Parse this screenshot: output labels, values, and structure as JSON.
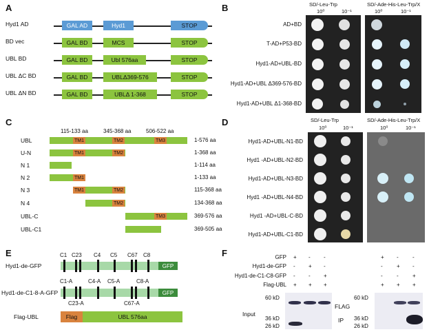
{
  "panels": {
    "A": "A",
    "B": "B",
    "C": "C",
    "D": "D",
    "E": "E",
    "F": "F"
  },
  "panelA": {
    "rows": [
      {
        "label": "Hyd1 AD",
        "boxes": [
          "GAL AD",
          "Hyd1",
          "STOP"
        ]
      },
      {
        "label": "BD vec",
        "boxes": [
          "GAL BD",
          "MCS",
          "STOP"
        ]
      },
      {
        "label": "UBL BD",
        "boxes": [
          "GAL BD",
          "Ubl 576aa",
          "STOP"
        ]
      },
      {
        "label": "UBL ΔC BD",
        "boxes": [
          "GAL BD",
          "UBLΔ369-576",
          "STOP"
        ]
      },
      {
        "label": "UBL ΔN BD",
        "boxes": [
          "GAL BD",
          "UBLΔ 1-368",
          "STOP"
        ]
      }
    ]
  },
  "panelB": {
    "plate1_title": "SD/-Leu-Trp",
    "plate2_title": "SD/-Ade-His-Leu-Trp/X",
    "dil1": "10⁰",
    "dil2": "10⁻¹",
    "strains": [
      "AD+BD",
      "T-AD+P53-BD",
      "Hyd1-AD+UBL-BD",
      "Hyd1-AD+UBL Δ369-576-BD",
      "Hyd1-AD+UBL Δ1-368-BD"
    ]
  },
  "panelC": {
    "tm_ranges": [
      "115-133 aa",
      "345-368 aa",
      "506-522 aa"
    ],
    "tm": [
      "TM1",
      "TM2",
      "TM3"
    ],
    "rows": [
      {
        "label": "UBL",
        "range": "1-576 aa"
      },
      {
        "label": "U-N",
        "range": "1-368 aa"
      },
      {
        "label": "N 1",
        "range": "1-114 aa"
      },
      {
        "label": "N 2",
        "range": "1-133 aa"
      },
      {
        "label": "N 3",
        "range": "115-368 aa"
      },
      {
        "label": "N 4",
        "range": "134-368 aa"
      },
      {
        "label": "UBL-C",
        "range": "369-576 aa"
      },
      {
        "label": "UBL-C1",
        "range": "369-505 aa"
      }
    ]
  },
  "panelD": {
    "plate1_title": "SD/-Leu-Trp",
    "plate2_title": "SD/-Ade-His-Leu-Trp/X",
    "dil1": "10⁰",
    "dil2": "10⁻¹",
    "strains": [
      "Hyd1-AD+UBL-N1-BD",
      "Hyd1 -AD+UBL-N2-BD",
      "Hyd1-AD+UBL-N3-BD",
      "Hyd1 -AD+UBL-N4-BD",
      "Hyd1 -AD+UBL-C-BD",
      "Hyd1-AD+UBL-C1-BD"
    ]
  },
  "panelE": {
    "row1_label": "Hyd1-de-GFP",
    "row1_sites": [
      "C1",
      "C23",
      "C4",
      "C5",
      "C67",
      "C8"
    ],
    "row2_label": "Hyd1-de-C1-8-A-GFP",
    "row2_top": [
      "C1-A",
      "C4-A",
      "C5-A",
      "C8-A"
    ],
    "row2_bottom": [
      "C23-A",
      "C67-A"
    ],
    "gfp": "GFP",
    "row3_label": "Flag-UBL",
    "flag": "Flag",
    "ubl": "UBL 576aa"
  },
  "panelF": {
    "rows": [
      "GFP",
      "Hyd1-de-GFP",
      "Hyd1-de-C1-C8-GFP",
      "Flag-UBL"
    ],
    "marks": [
      [
        "+",
        "-",
        "-"
      ],
      [
        "-",
        "+",
        "-"
      ],
      [
        "-",
        "-",
        "+"
      ],
      [
        "+",
        "+",
        "+"
      ]
    ],
    "plus": "+",
    "minus": "-",
    "mw": [
      "60 kD",
      "36 kD",
      "26 kD"
    ],
    "input": "Input",
    "flag": "FLAG",
    "ip": "IP"
  }
}
